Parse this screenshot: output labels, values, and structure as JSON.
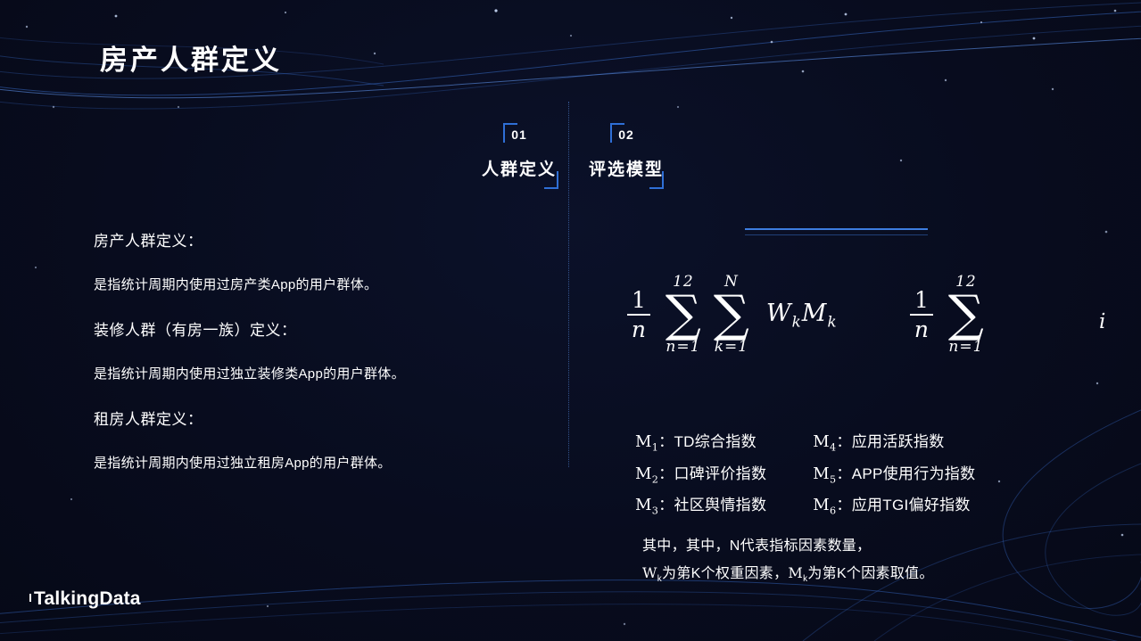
{
  "colors": {
    "background": "#080c1e",
    "accent": "#2f6fd6",
    "text": "#ffffff"
  },
  "title": "房产人群定义",
  "steps": [
    {
      "number": "01",
      "label": "人群定义"
    },
    {
      "number": "02",
      "label": "评选模型"
    }
  ],
  "definitions": [
    {
      "heading": "房产人群定义：",
      "body": "是指统计周期内使用过房产类App的用户群体。"
    },
    {
      "heading": "装修人群（有房一族）定义：",
      "body": "是指统计周期内使用过独立装修类App的用户群体。"
    },
    {
      "heading": "租房人群定义：",
      "body": "是指统计周期内使用过独立租房App的用户群体。"
    }
  ],
  "formula": {
    "sum_symbol": "∑",
    "main": {
      "frac_num": "1",
      "frac_den": "n",
      "sum_outer_top": "12",
      "sum_outer_bottom": "n=1",
      "sum_inner_top": "N",
      "sum_inner_bottom": "k=1",
      "term1_base": "W",
      "term1_sub": "k",
      "term2_base": "M",
      "term2_sub": "k"
    },
    "secondary": {
      "frac_num": "1",
      "frac_den": "n",
      "sum_top": "12",
      "sum_bottom": "n=1"
    },
    "index_var": "i"
  },
  "legend": {
    "col1": [
      {
        "base": "M",
        "sub": "1",
        "text": "：TD综合指数"
      },
      {
        "base": "M",
        "sub": "2",
        "text": "：口碑评价指数"
      },
      {
        "base": "M",
        "sub": "3",
        "text": "：社区舆情指数"
      }
    ],
    "col2": [
      {
        "base": "M",
        "sub": "4",
        "text": "：应用活跃指数"
      },
      {
        "base": "M",
        "sub": "5",
        "text": "：APP使用行为指数"
      },
      {
        "base": "M",
        "sub": "6",
        "text": "：应用TGI偏好指数"
      }
    ]
  },
  "notes": {
    "line1": "其中，其中，N代表指标因素数量，",
    "line2": {
      "w_base": "W",
      "w_sub": "k",
      "mid": "为第K个权重因素，",
      "m_base": "M",
      "m_sub": "k",
      "tail": "为第K个因素取值。"
    }
  },
  "footer": {
    "logo": "TalkingData"
  }
}
